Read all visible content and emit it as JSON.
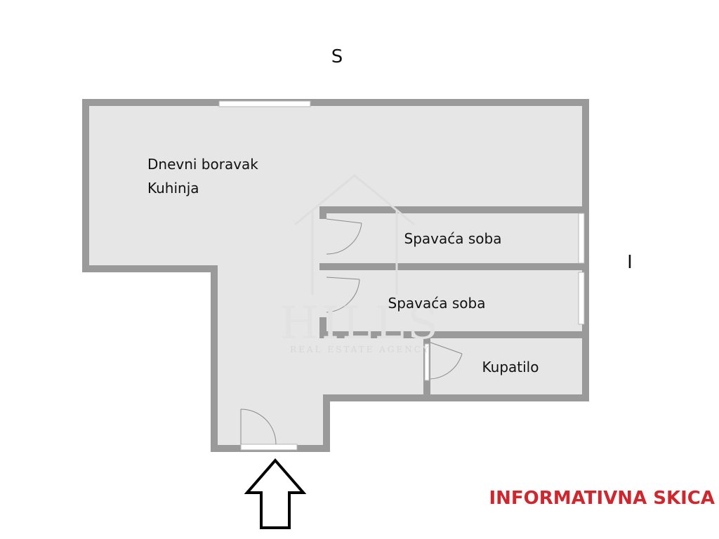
{
  "compass": {
    "north": "S",
    "east": "I"
  },
  "rooms": {
    "living_line1": "Dnevni boravak",
    "living_line2": "Kuhinja",
    "bedroom_1": "Spavaća soba",
    "bedroom_2": "Spavaća soba",
    "bathroom": "Kupatilo"
  },
  "note": {
    "text": "INFORMATIVNA SKICA",
    "color": "#d0262d"
  },
  "watermark": {
    "brand": "HILLS",
    "tagline": "REAL ESTATE AGENCY"
  },
  "colors": {
    "wall": "#9a9a9a",
    "floor": "#e6e6e6",
    "window": "#ffffff",
    "text": "#111111"
  },
  "icons": {
    "entrance": "arrow-up-outline-icon"
  }
}
